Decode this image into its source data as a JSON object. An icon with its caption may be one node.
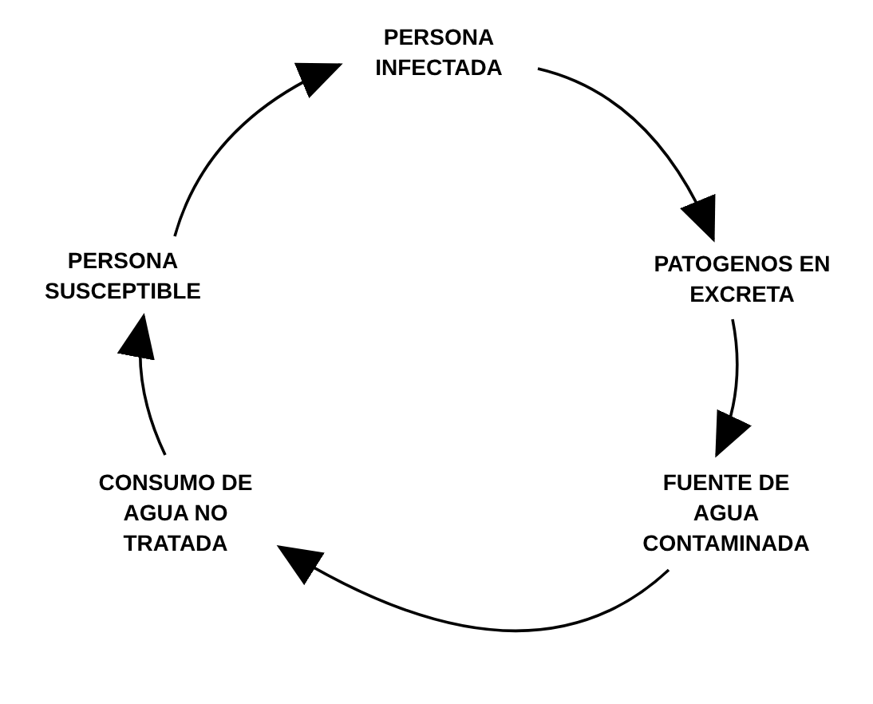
{
  "diagram": {
    "nodes": [
      {
        "text": [
          "PERSONA INFECTADA"
        ]
      },
      {
        "text": [
          "PATOGENOS EN EXCRETA"
        ]
      },
      {
        "text": [
          "FUENTE DE AGUA CONTAMINADA"
        ]
      },
      {
        "text": [
          "CONSUMO DE AGUA NO TRATADA"
        ]
      },
      {
        "text": [
          "PERSONA SUSCEPTIBLE"
        ]
      }
    ],
    "edges": [
      {
        "from": 0,
        "to": 1,
        "arrow": "to"
      },
      {
        "from": 1,
        "to": 2,
        "arrow": "to"
      },
      {
        "from": 2,
        "to": 3,
        "arrow": "to"
      },
      {
        "from": 3,
        "to": 4,
        "arrow": "to"
      },
      {
        "from": 4,
        "to": 0,
        "arrow": "to"
      }
    ]
  }
}
